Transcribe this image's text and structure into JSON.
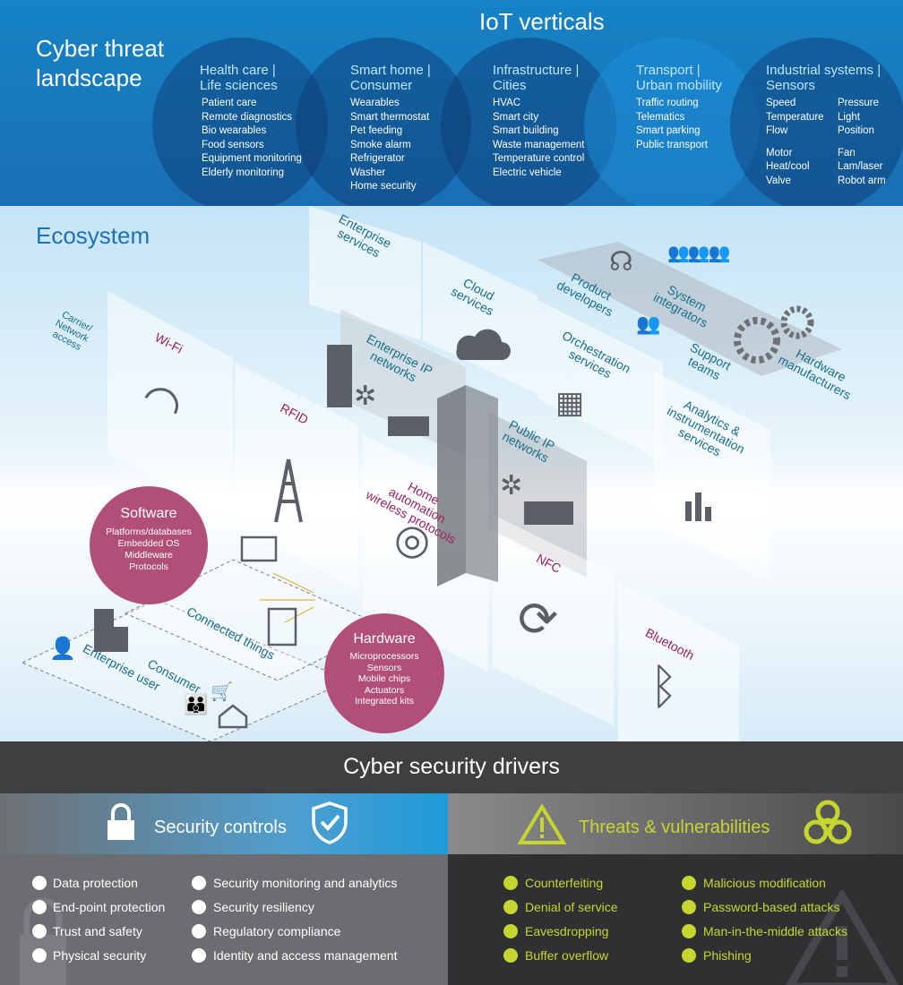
{
  "header": {
    "landscape_line1": "Cyber threat",
    "landscape_line2": "landscape",
    "verticals_title": "IoT verticals"
  },
  "verticals": [
    {
      "title1": "Health care |",
      "title2": "Life sciences",
      "items": [
        "Patient care",
        "Remote diagnostics",
        "Bio wearables",
        "Food sensors",
        "Equipment monitoring",
        "Elderly monitoring"
      ]
    },
    {
      "title1": "Smart home |",
      "title2": "Consumer",
      "items": [
        "Wearables",
        "Smart thermostat",
        "Pet feeding",
        "Smoke alarm",
        "Refrigerator",
        "Washer",
        "Home security"
      ]
    },
    {
      "title1": "Infrastructure |",
      "title2": "Cities",
      "items": [
        "HVAC",
        "Smart city",
        "Smart building",
        "Waste management",
        "Temperature control",
        "Electric vehicle"
      ]
    },
    {
      "title1": "Transport |",
      "title2": "Urban mobility",
      "items": [
        "Traffic routing",
        "Telematics",
        "Smart parking",
        "Public transport"
      ]
    },
    {
      "title1": "Industrial systems |",
      "title2": "Sensors",
      "col1": [
        "Speed",
        "Temperature",
        "Flow",
        "",
        "Motor",
        "Heat/cool",
        "Valve"
      ],
      "col2": [
        "Pressure",
        "Light",
        "Position",
        "",
        "Fan",
        "Lam/laser",
        "Robot arm"
      ]
    }
  ],
  "ecosystem": {
    "title": "Ecosystem",
    "carrier": [
      "Carrier/",
      "Network",
      "access"
    ],
    "wifi": "Wi-Fi",
    "rfid": "RFID",
    "enterprise_services": [
      "Enterprise",
      "services"
    ],
    "cloud_services": [
      "Cloud",
      "services"
    ],
    "enterprise_ip": [
      "Enterprise IP",
      "networks"
    ],
    "orchestration": [
      "Orchestration",
      "services"
    ],
    "public_ip": [
      "Public IP",
      "networks"
    ],
    "home_automation": [
      "Home",
      "automation",
      "wireless protocols"
    ],
    "analytics": [
      "Analytics &",
      "instrumentation",
      "services"
    ],
    "nfc": "NFC",
    "bluetooth": "Bluetooth",
    "product_developers": [
      "Product",
      "developers"
    ],
    "system_integrators": [
      "System",
      "integrators"
    ],
    "support_teams": [
      "Support",
      "teams"
    ],
    "hardware_manufacturers": [
      "Hardware",
      "manufacturers"
    ],
    "connected_things": "Connected things",
    "consumer": "Consumer",
    "enterprise_user": "Enterprise user",
    "software": {
      "title": "Software",
      "items": [
        "Platforms/databases",
        "Embedded OS",
        "Middleware",
        "Protocols"
      ]
    },
    "hardware": {
      "title": "Hardware",
      "items": [
        "Microprocessors",
        "Sensors",
        "Mobile chips",
        "Actuators",
        "Integrated kits"
      ]
    }
  },
  "drivers": {
    "title": "Cyber security drivers",
    "controls_title": "Security controls",
    "threats_title": "Threats & vulnerabilities",
    "controls_col1": [
      "Data protection",
      "End-point protection",
      "Trust and safety",
      "Physical security"
    ],
    "controls_col2": [
      "Security monitoring and analytics",
      "Security resiliency",
      "Regulatory compliance",
      "Identity and access management"
    ],
    "threats_col1": [
      "Counterfeiting",
      "Denial of service",
      "Eavesdropping",
      "Buffer overflow"
    ],
    "threats_col2": [
      "Malicious modification",
      "Password-based attacks",
      "Man-in-the-middle attacks",
      "Phishing"
    ]
  },
  "colors": {
    "top_band": "#1a6fb3",
    "teal_label": "#1b6e8a",
    "magenta_label": "#9b2060",
    "bubble": "#b24f79",
    "threat_accent": "#c7d62e",
    "drivers_bar": "#3e3f41"
  },
  "icons": [
    "lock-icon",
    "shield-check-icon",
    "warning-triangle-icon",
    "biohazard-icon",
    "wifi-icon",
    "antenna-icon",
    "cloud-icon",
    "server-icon",
    "network-hub-icon",
    "sync-icon",
    "bluetooth-icon",
    "chart-icon",
    "gear-icon",
    "headset-icon",
    "people-icon",
    "laptop-icon",
    "tablet-icon",
    "building-icon",
    "house-icon",
    "cart-icon"
  ]
}
